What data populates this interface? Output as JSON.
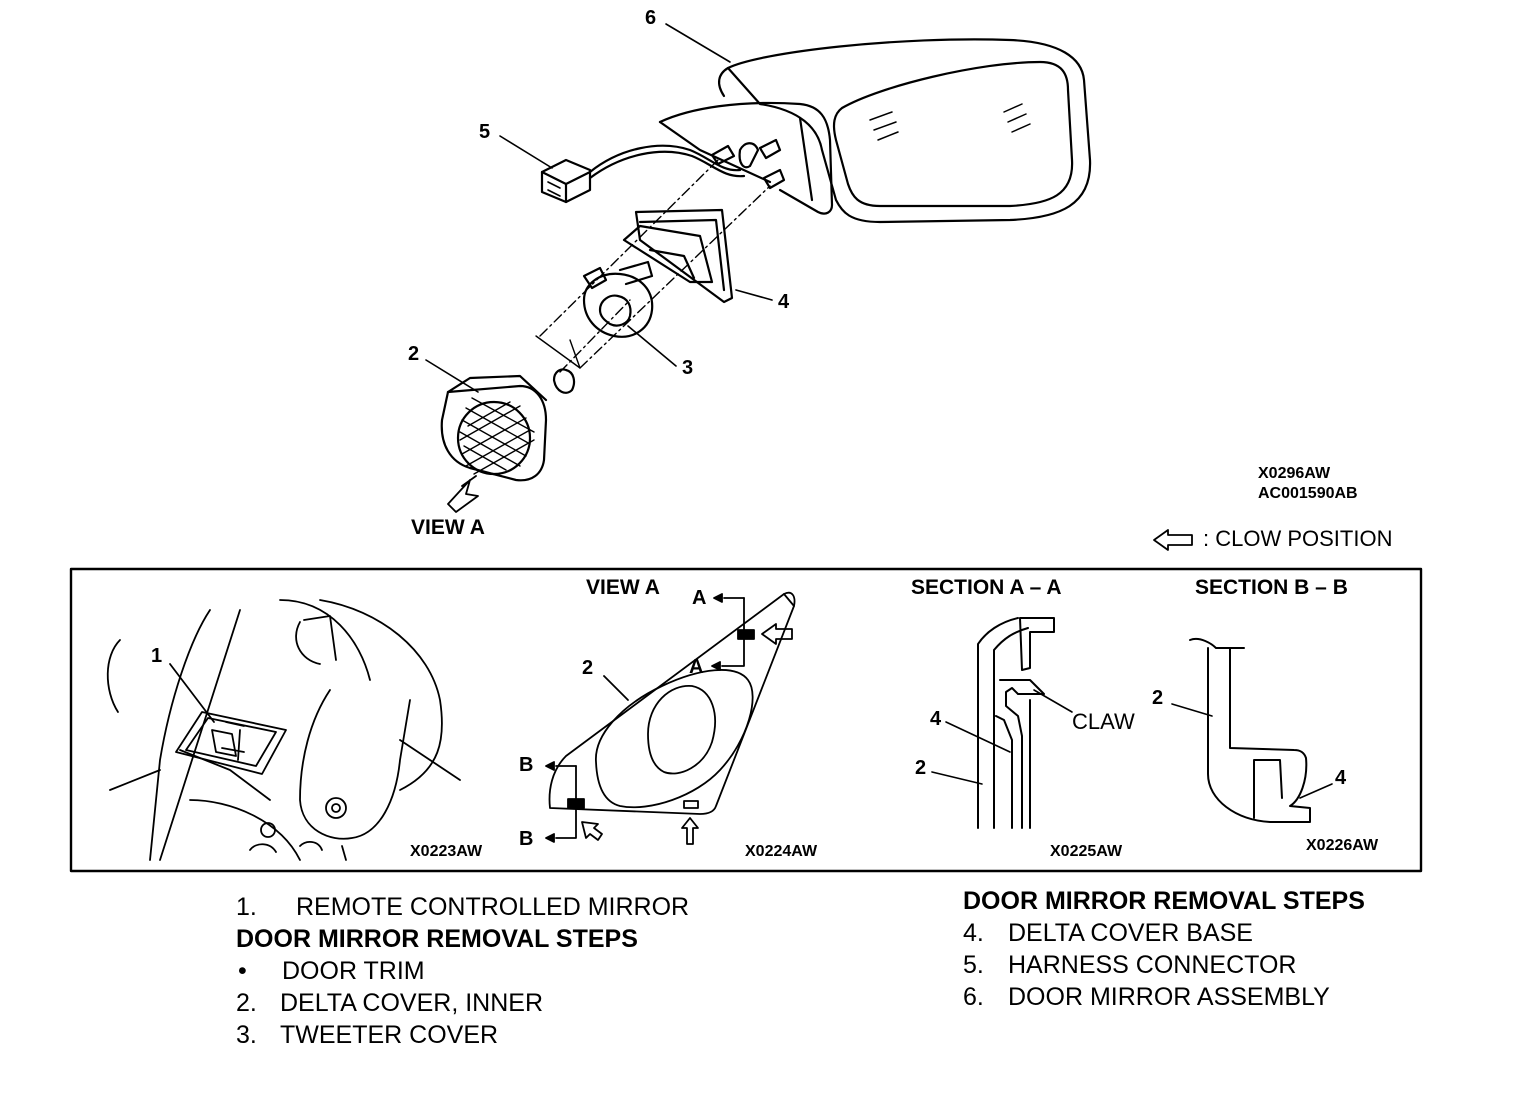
{
  "top_diagram": {
    "callouts": {
      "c6": "6",
      "c5": "5",
      "c4": "4",
      "c3": "3",
      "c2": "2"
    },
    "view_label": "VIEW A",
    "codes": [
      "X0296AW",
      "AC001590AB"
    ],
    "legend_text": ": CLOW POSITION"
  },
  "panel": {
    "p1": {
      "callout": "1",
      "code": "X0223AW"
    },
    "p2": {
      "title": "VIEW A",
      "a_top": "A",
      "a_mid": "A",
      "b_top": "B",
      "b_bot": "B",
      "callout": "2",
      "code": "X0224AW"
    },
    "p3": {
      "title": "SECTION A – A",
      "c4": "4",
      "c2": "2",
      "claw": "CLAW",
      "code": "X0225AW"
    },
    "p4": {
      "title": "SECTION B – B",
      "c2": "2",
      "c4": "4",
      "code": "X0226AW"
    }
  },
  "left_list": {
    "item1": {
      "num": "1.",
      "text": "REMOTE CONTROLLED MIRROR"
    },
    "heading": "DOOR MIRROR REMOVAL STEPS",
    "items": [
      {
        "num": "•",
        "text": "DOOR TRIM"
      },
      {
        "num": "2.",
        "text": "DELTA COVER, INNER"
      },
      {
        "num": "3.",
        "text": "TWEETER COVER"
      }
    ]
  },
  "right_list": {
    "heading": "DOOR MIRROR REMOVAL STEPS",
    "items": [
      {
        "num": "4.",
        "text": "DELTA COVER BASE"
      },
      {
        "num": "5.",
        "text": "HARNESS CONNECTOR"
      },
      {
        "num": "6.",
        "text": "DOOR MIRROR ASSEMBLY"
      }
    ]
  }
}
